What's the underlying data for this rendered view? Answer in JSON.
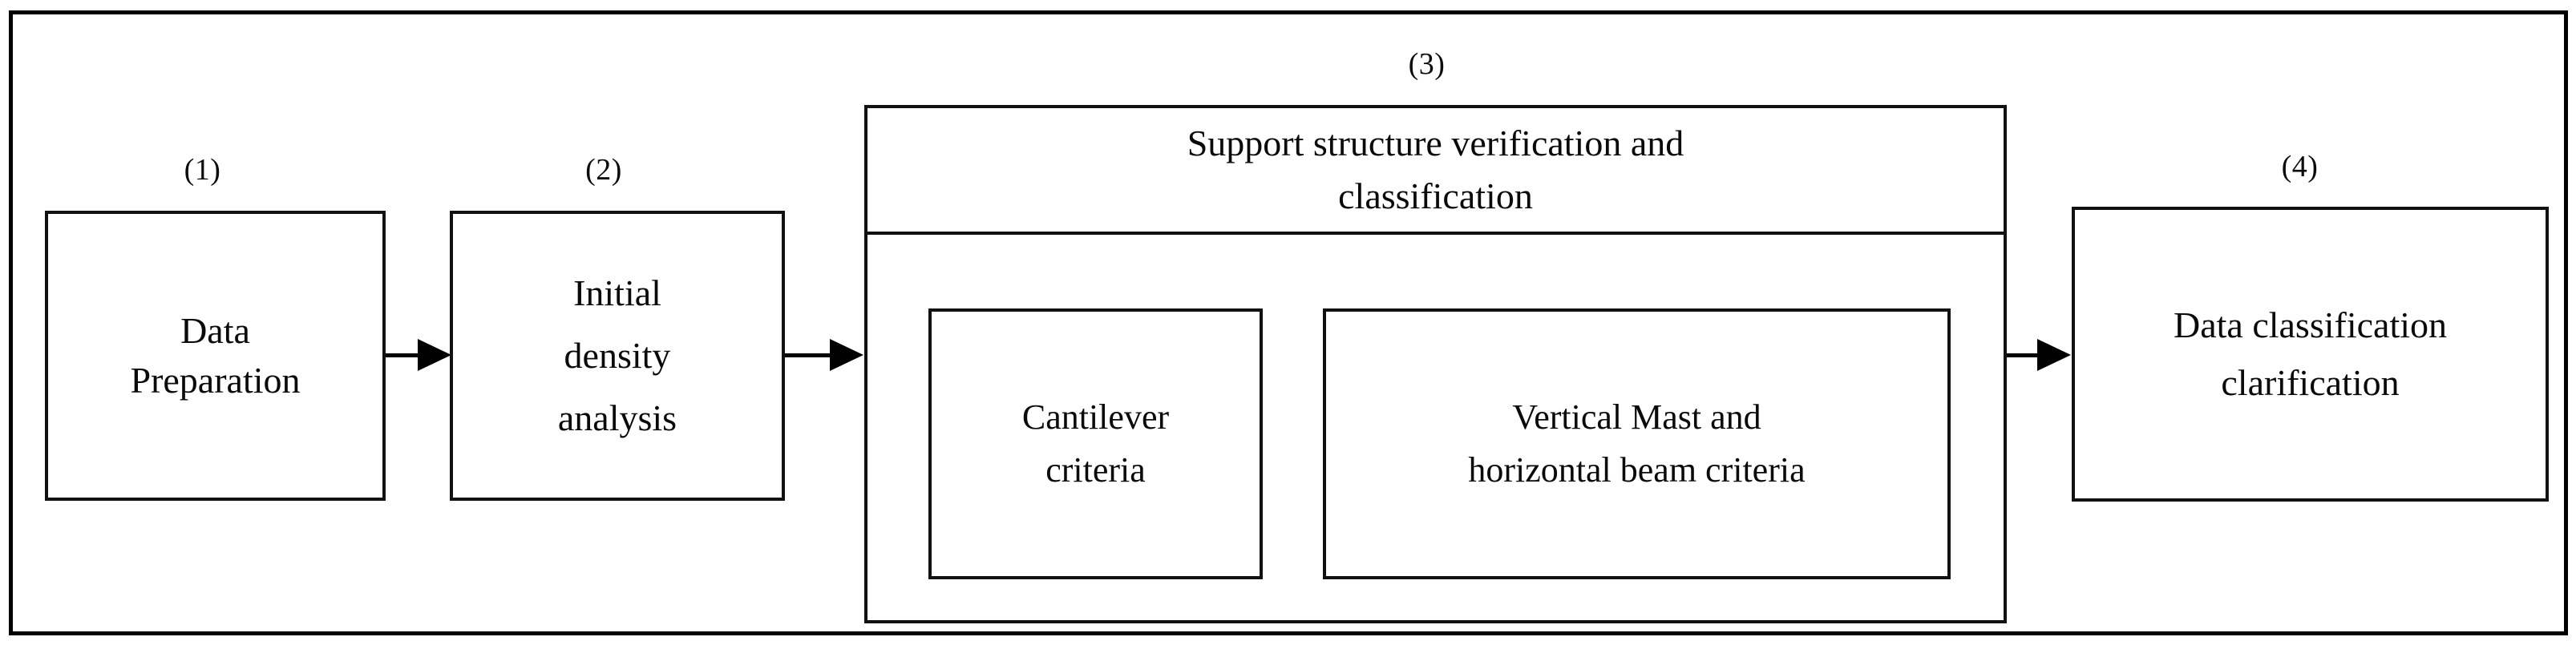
{
  "diagram": {
    "title_present": false,
    "steps": [
      {
        "index_label": "(1)",
        "name": "data-preparation",
        "text": "Data\nPreparation"
      },
      {
        "index_label": "(2)",
        "name": "initial-density-analysis",
        "text": "Initial\ndensity\nanalysis"
      },
      {
        "index_label": "(3)",
        "name": "support-structure-verification",
        "text": "Support structure verification and\nclassification",
        "subboxes": [
          {
            "name": "cantilever-criteria",
            "text": "Cantilever\ncriteria"
          },
          {
            "name": "vertical-mast-horizontal-beam-criteria",
            "text": "Vertical Mast  and\nhorizontal beam criteria"
          }
        ]
      },
      {
        "index_label": "(4)",
        "name": "data-classification-clarification",
        "text": "Data classification\nclarification"
      }
    ],
    "connectors": [
      {
        "name": "arrow-step1-to-step2",
        "from": "(1)",
        "to": "(2)",
        "glyph": "arrow-right-icon"
      },
      {
        "name": "arrow-step2-to-step3",
        "from": "(2)",
        "to": "(3)",
        "glyph": "arrow-right-icon"
      },
      {
        "name": "arrow-step3-to-step4",
        "from": "(3)",
        "to": "(4)",
        "glyph": "arrow-right-icon"
      }
    ],
    "colors": {
      "background": "#ffffff",
      "stroke": "#111111",
      "text": "#0a0a0a",
      "frame": "#000000"
    }
  }
}
